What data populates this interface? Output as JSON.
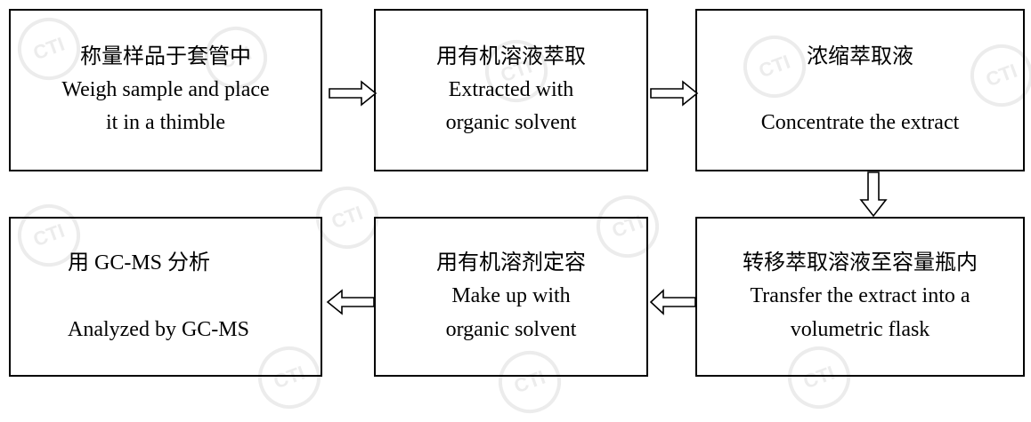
{
  "watermark_text": "CTI",
  "steps": {
    "s1": {
      "zh": "称量样品于套管中",
      "en1": "Weigh sample and place",
      "en2": "it in a thimble"
    },
    "s2": {
      "zh": "用有机溶液萃取",
      "en1": "Extracted with",
      "en2": "organic solvent"
    },
    "s3": {
      "zh": "浓缩萃取液",
      "en1": "",
      "en2": "Concentrate the extract"
    },
    "s4": {
      "zh": "转移萃取溶液至容量瓶内",
      "en1": "Transfer the extract into a",
      "en2": "volumetric flask"
    },
    "s5": {
      "zh": "用有机溶剂定容",
      "en1": "Make up with",
      "en2": "organic solvent"
    },
    "s6": {
      "zh": "用 GC-MS 分析",
      "en1": "",
      "en2": "Analyzed by GC-MS"
    }
  }
}
